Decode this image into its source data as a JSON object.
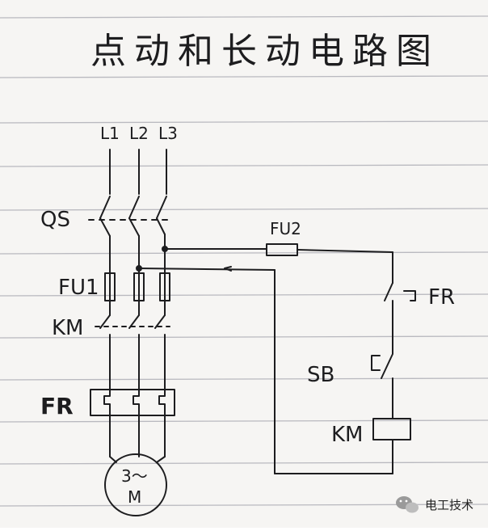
{
  "title": "点动和长动电路图",
  "phases": [
    "L1",
    "L2",
    "L3"
  ],
  "labels": {
    "qs": "QS",
    "fu1": "FU1",
    "km_main": "KM",
    "fr_main": "FR",
    "fu2": "FU2",
    "fr_ctrl": "FR",
    "sb": "SB",
    "km_coil": "KM"
  },
  "motor": {
    "line1": "3～",
    "line2": "M"
  },
  "watermark": "电工技术",
  "colors": {
    "ink": "#1d1d1f",
    "ruled_line": "#b9b9bf",
    "paper": "#f6f5f3"
  }
}
